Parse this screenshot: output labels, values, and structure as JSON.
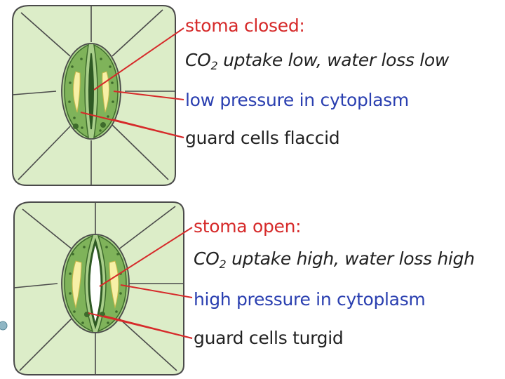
{
  "panels": [
    {
      "state": "closed",
      "title": "stoma closed:",
      "co2_prefix": "CO",
      "co2_sub": "2",
      "co2_rest": " uptake low, water loss low",
      "pressure": "low pressure in cytoplasm",
      "guard": "guard cells flaccid"
    },
    {
      "state": "open",
      "title": "stoma open:",
      "co2_prefix": "CO",
      "co2_sub": "2",
      "co2_rest": " uptake high, water loss high",
      "pressure": "high pressure in cytoplasm",
      "guard": "guard cells turgid"
    }
  ],
  "colors": {
    "cell_fill": "#dcedc8",
    "cell_stroke": "#4a4a4a",
    "guard_cell": "#7fb35a",
    "guard_cell_dark": "#3e6b2c",
    "vacuole": "#f7f0a6",
    "pore": "#ffffff",
    "pointer": "#d62a2a",
    "title_text": "#d62a2a",
    "pressure_text": "#2a3fb0",
    "body_text": "#222222"
  }
}
